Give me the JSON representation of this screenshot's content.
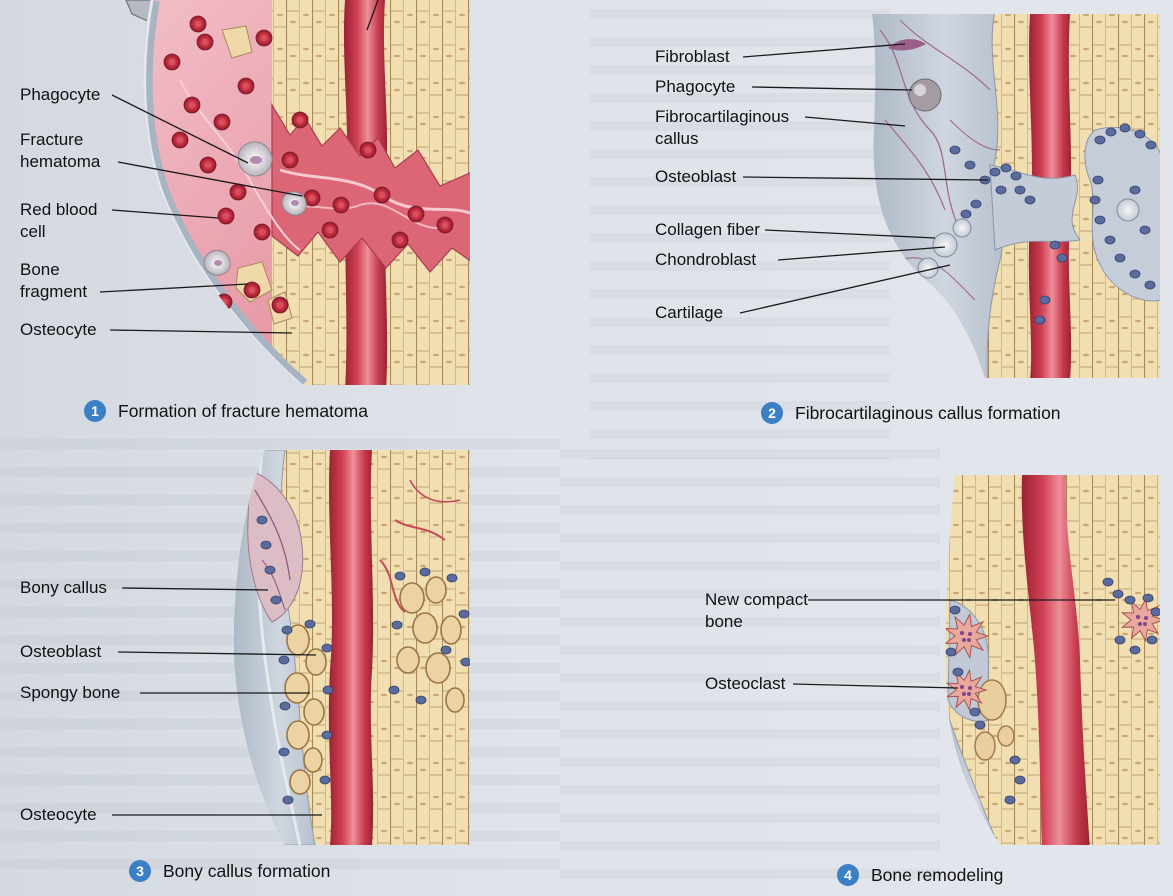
{
  "panels": [
    {
      "number": "1",
      "caption": "Formation of fracture hematoma",
      "labels": [
        {
          "lines": [
            "Phagocyte"
          ]
        },
        {
          "lines": [
            "Fracture",
            "hematoma"
          ]
        },
        {
          "lines": [
            "Red blood",
            "cell"
          ]
        },
        {
          "lines": [
            "Bone",
            "fragment"
          ]
        },
        {
          "lines": [
            "Osteocyte"
          ]
        }
      ]
    },
    {
      "number": "2",
      "caption": "Fibrocartilaginous callus formation",
      "labels": [
        {
          "lines": [
            "Fibroblast"
          ]
        },
        {
          "lines": [
            "Phagocyte"
          ]
        },
        {
          "lines": [
            "Fibrocartilaginous",
            "callus"
          ]
        },
        {
          "lines": [
            "Osteoblast"
          ]
        },
        {
          "lines": [
            "Collagen fiber"
          ]
        },
        {
          "lines": [
            "Chondroblast"
          ]
        },
        {
          "lines": [
            "Cartilage"
          ]
        }
      ]
    },
    {
      "number": "3",
      "caption": "Bony callus formation",
      "labels": [
        {
          "lines": [
            "Bony callus"
          ]
        },
        {
          "lines": [
            "Osteoblast"
          ]
        },
        {
          "lines": [
            "Spongy bone"
          ]
        },
        {
          "lines": [
            "Osteocyte"
          ]
        }
      ]
    },
    {
      "number": "4",
      "caption": "Bone remodeling",
      "labels": [
        {
          "lines": [
            "New compact",
            "bone"
          ]
        },
        {
          "lines": [
            "Osteoclast"
          ]
        }
      ]
    }
  ],
  "colors": {
    "step_badge": "#3b7fc4",
    "compact_bone": "#f1deb1",
    "blood_vessel": "#c8364a",
    "hematoma": "#e9a3b0",
    "periosteum": "#a9b4c3",
    "osteoblast": "#5a6b9e",
    "leader_line": "#1a1a1a"
  }
}
